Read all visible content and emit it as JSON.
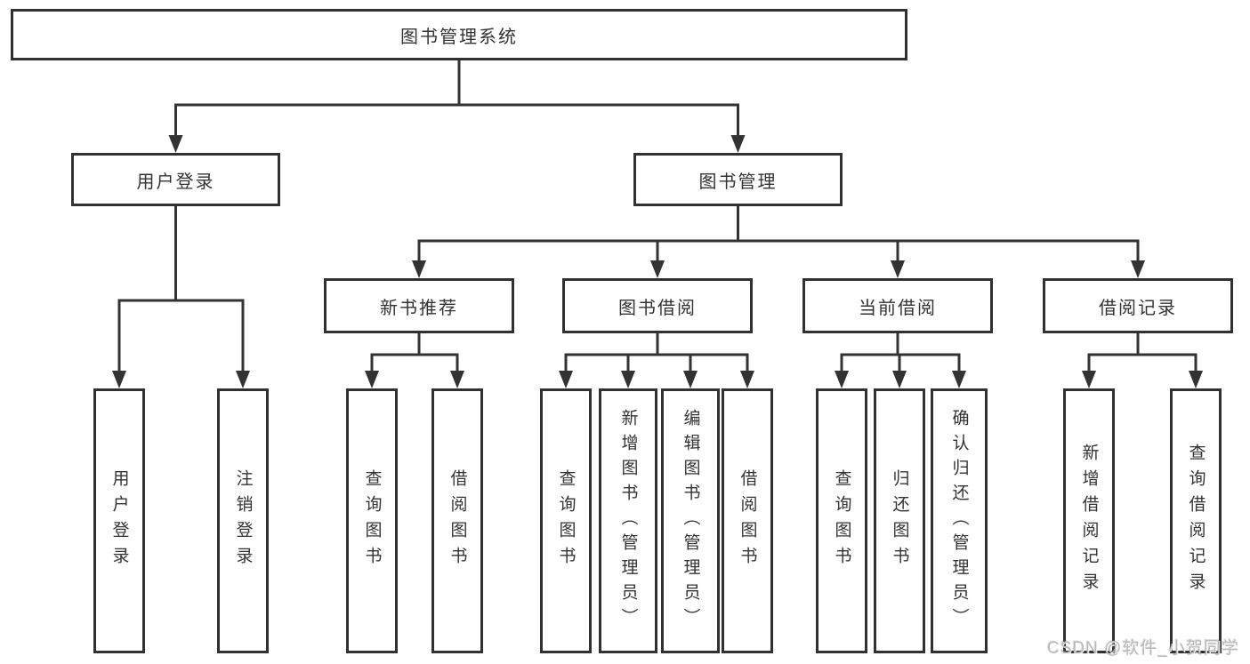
{
  "nodes": {
    "root": "图书管理系统",
    "level2": {
      "login": "用户登录",
      "management": "图书管理"
    },
    "level3": {
      "new_book": "新书推荐",
      "book_borrow": "图书借阅",
      "current_borrow": "当前借阅",
      "borrow_record": "借阅记录"
    },
    "leaves": {
      "login": [
        "用户登录",
        "注销登录"
      ],
      "new_book": [
        "查询图书",
        "借阅图书"
      ],
      "book_borrow": [
        "查询图书",
        "新增图书（管理员）",
        "编辑图书（管理员）",
        "借阅图书"
      ],
      "current_borrow": [
        "查询图书",
        "归还图书",
        "确认归还（管理员）"
      ],
      "borrow_record": [
        "新增借阅记录",
        "查询借阅记录"
      ]
    }
  },
  "watermark": "CSDN @软件_小贺同学",
  "colors": {
    "line": "#333333",
    "box_border": "#313131",
    "text": "#333333",
    "background": "#ffffff",
    "watermark": "#b9b9b9"
  }
}
